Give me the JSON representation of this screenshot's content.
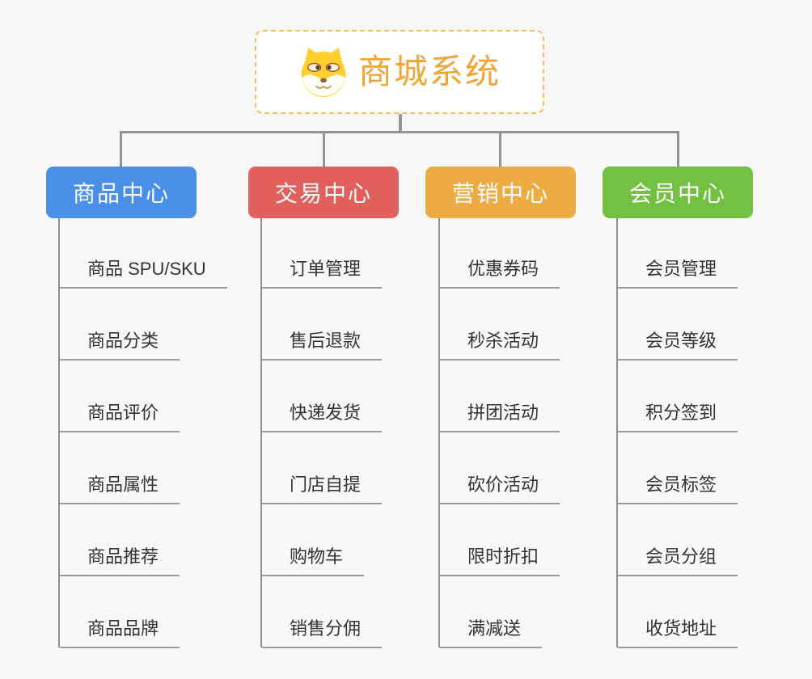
{
  "root": {
    "title": "商城系统",
    "accent_color": "#f0a637",
    "border_color": "#f6bb5d",
    "icon": "dog-icon"
  },
  "connector_color": "#949494",
  "branches": [
    {
      "label": "商品中心",
      "color": "#4a90e8",
      "items": [
        "商品 SPU/SKU",
        "商品分类",
        "商品评价",
        "商品属性",
        "商品推荐",
        "商品品牌"
      ]
    },
    {
      "label": "交易中心",
      "color": "#e2605b",
      "items": [
        "订单管理",
        "售后退款",
        "快递发货",
        "门店自提",
        "购物车",
        "销售分佣"
      ]
    },
    {
      "label": "营销中心",
      "color": "#ecac43",
      "items": [
        "优惠券码",
        "秒杀活动",
        "拼团活动",
        "砍价活动",
        "限时折扣",
        "满减送"
      ]
    },
    {
      "label": "会员中心",
      "color": "#72c142",
      "items": [
        "会员管理",
        "会员等级",
        "积分签到",
        "会员标签",
        "会员分组",
        "收货地址"
      ]
    }
  ]
}
